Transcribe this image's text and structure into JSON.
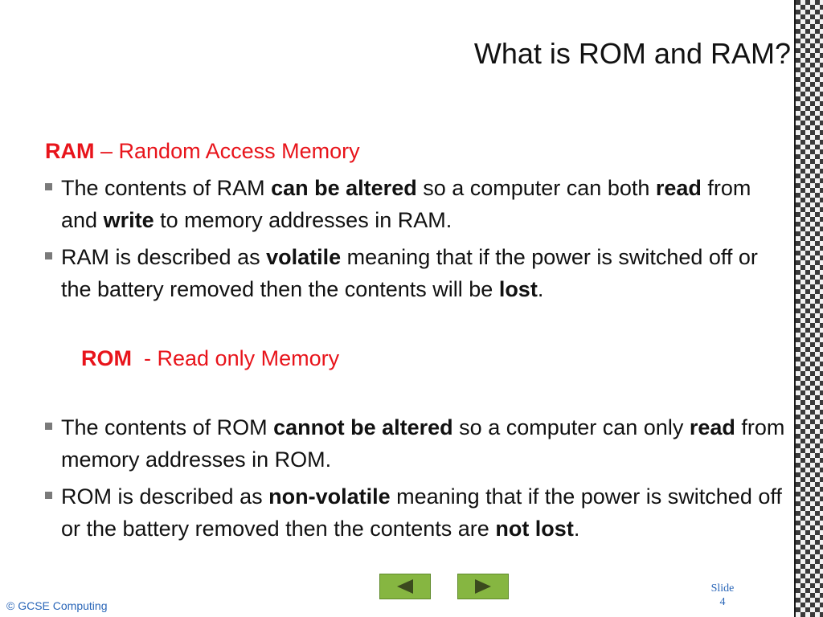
{
  "slide": {
    "title": "What is ROM and RAM?",
    "sections": [
      {
        "term": "RAM",
        "definition": " – Random Access Memory",
        "bullets": [
          {
            "segments": [
              {
                "text": "The contents of RAM ",
                "bold": false
              },
              {
                "text": "can be altered",
                "bold": true
              },
              {
                "text": " so a computer can both ",
                "bold": false
              },
              {
                "text": "read",
                "bold": true
              },
              {
                "text": " from and ",
                "bold": false
              },
              {
                "text": "write",
                "bold": true
              },
              {
                "text": " to memory addresses in RAM.",
                "bold": false
              }
            ]
          },
          {
            "segments": [
              {
                "text": "RAM is described as ",
                "bold": false
              },
              {
                "text": "volatile",
                "bold": true
              },
              {
                "text": " meaning that if the power is switched off or the battery removed then the contents will be ",
                "bold": false
              },
              {
                "text": "lost",
                "bold": true
              },
              {
                "text": ".",
                "bold": false
              }
            ]
          }
        ]
      },
      {
        "term": "ROM",
        "definition": "  - Read only Memory",
        "bullets": [
          {
            "segments": [
              {
                "text": "The contents of ROM ",
                "bold": false
              },
              {
                "text": "cannot be altered",
                "bold": true
              },
              {
                "text": " so a computer can only ",
                "bold": false
              },
              {
                "text": "read",
                "bold": true
              },
              {
                "text": " from memory addresses in ROM.",
                "bold": false
              }
            ]
          },
          {
            "segments": [
              {
                "text": "ROM is described as ",
                "bold": false
              },
              {
                "text": "non-volatile",
                "bold": true
              },
              {
                "text": " meaning that if the power is switched off or the battery removed then the contents are ",
                "bold": false
              },
              {
                "text": "not lost",
                "bold": true
              },
              {
                "text": ".",
                "bold": false
              }
            ]
          }
        ]
      }
    ]
  },
  "footer": {
    "copyright": "© GCSE Computing",
    "slide_label": "Slide",
    "slide_number": "4",
    "prev_icon": "triangle-left-icon",
    "next_icon": "triangle-right-icon"
  },
  "colors": {
    "heading_red": "#e8141b",
    "footer_blue": "#2a66b8",
    "nav_green": "#86b641",
    "arrow_dark": "#3b4a1e"
  }
}
